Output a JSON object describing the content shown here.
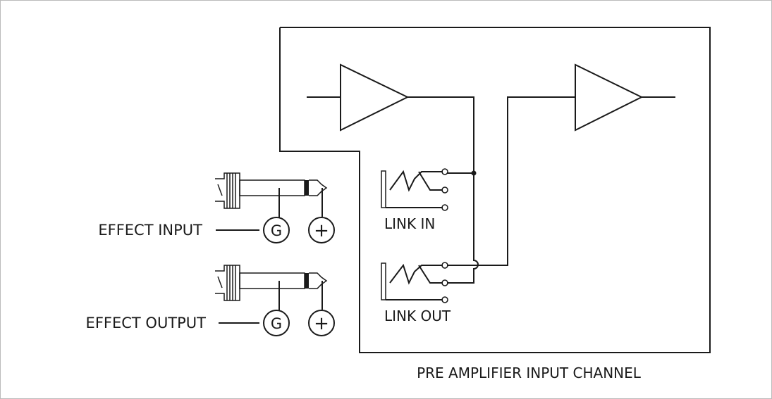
{
  "labels": {
    "effect_input": "EFFECT INPUT",
    "effect_output": "EFFECT OUTPUT",
    "link_in": "LINK IN",
    "link_out": "LINK OUT",
    "channel_title": "PRE AMPLIFIER INPUT CHANNEL",
    "ground_symbol": "G",
    "plus_symbol": "+"
  },
  "colors": {
    "line": "#1a1a1a",
    "frame_border": "#bbbbbb",
    "background": "#ffffff"
  }
}
